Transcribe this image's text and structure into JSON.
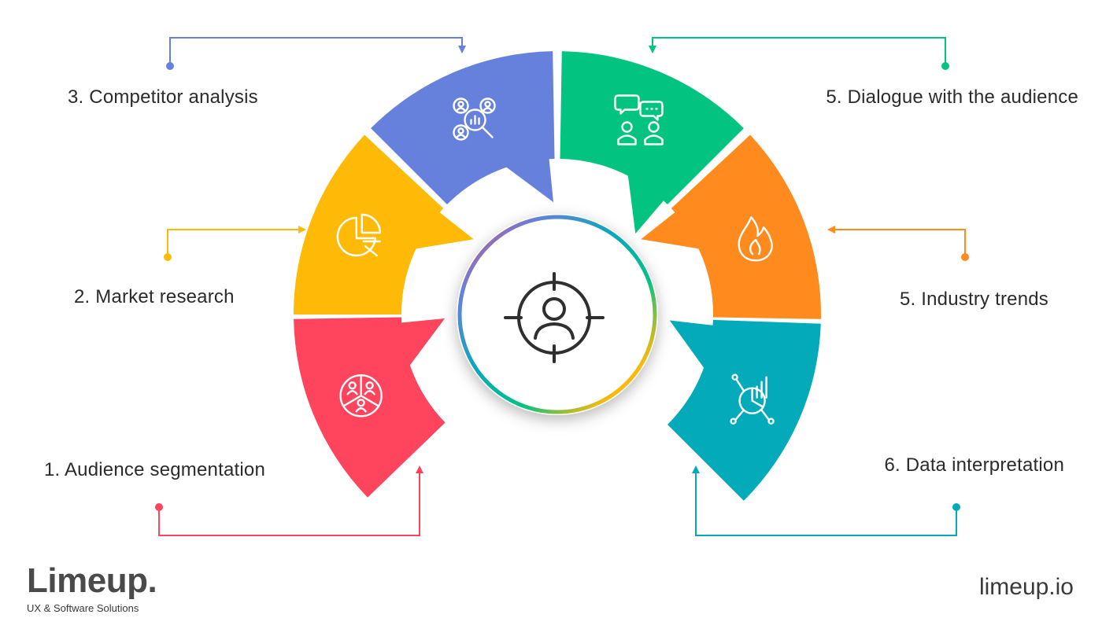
{
  "segments": [
    {
      "label": "1. Audience segmentation",
      "color": "#FF445E",
      "icon": "audience-group-icon"
    },
    {
      "label": "2. Market research",
      "color": "#FFBA08",
      "icon": "pie-chart-icon"
    },
    {
      "label": "3. Competitor analysis",
      "color": "#6581DB",
      "icon": "competitor-search-icon"
    },
    {
      "label": "5. Dialogue with the audience",
      "color": "#03C381",
      "icon": "dialogue-chat-icon"
    },
    {
      "label": "5. Industry trends",
      "color": "#FF8A1D",
      "icon": "flame-icon"
    },
    {
      "label": "6. Data interpretation",
      "color": "#03ABBA",
      "icon": "data-chart-icon"
    }
  ],
  "center": {
    "icon": "target-user-icon"
  },
  "brand": {
    "name": "Limeup.",
    "tagline": "UX & Software Solutions"
  },
  "site": "limeup.io"
}
